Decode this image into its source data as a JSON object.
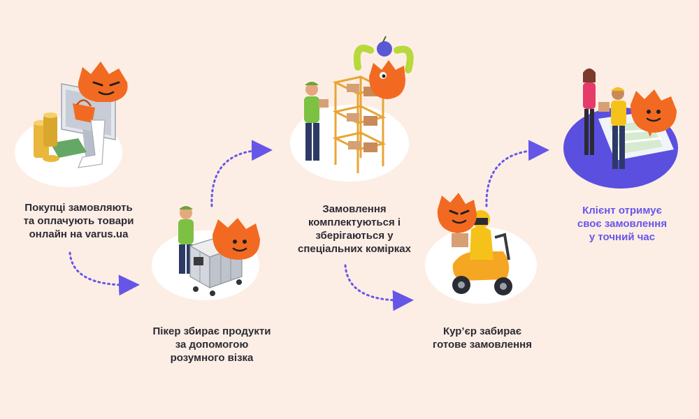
{
  "steps": [
    {
      "id": "order",
      "lines": [
        "Покупці замовляють",
        "та оплачують товари",
        "онлайн на varus.ua"
      ]
    },
    {
      "id": "picker",
      "lines": [
        "Пікер збирає продукти",
        "за допомогою",
        "розумного візка"
      ]
    },
    {
      "id": "assembly",
      "lines": [
        "Замовлення",
        "комплектуються і",
        "зберігаються у",
        "спеціальних комірках"
      ]
    },
    {
      "id": "courier",
      "lines": [
        "Кур’єр забирає",
        "готове замовлення"
      ]
    },
    {
      "id": "delivery",
      "lines": [
        "Клієнт отримує",
        "своє замовлення",
        "у точний час"
      ]
    }
  ],
  "colors": {
    "background": "#fdeee5",
    "text": "#2b2b33",
    "accent_purple": "#6656e8",
    "mascot_orange": "#f26a21",
    "circle_white": "#ffffff"
  },
  "icons": {
    "order": "monitor-with-basket-and-coins",
    "picker": "worker-with-smart-cart",
    "assembly": "worker-with-storage-shelves",
    "courier": "courier-on-scooter",
    "delivery": "client-receiving-order"
  }
}
